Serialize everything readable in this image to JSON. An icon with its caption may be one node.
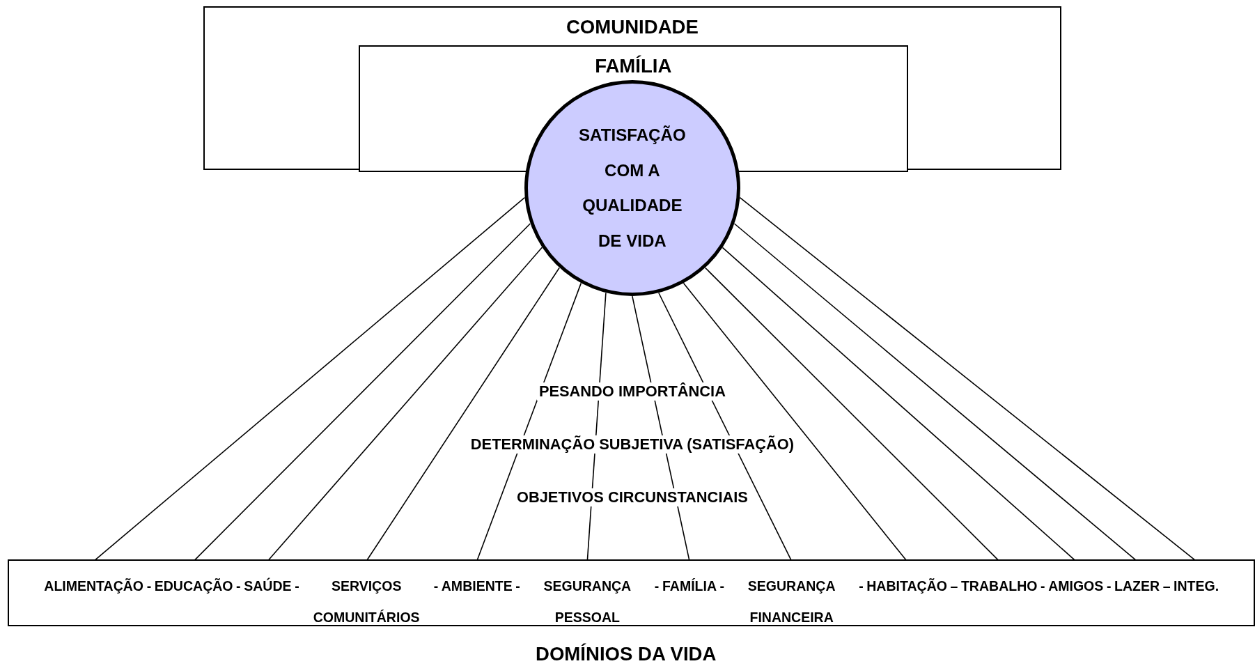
{
  "diagram": {
    "caption": "DOMÍNIOS DA VIDA",
    "nodes": [
      {
        "text": [
          "COMUNIDADE"
        ]
      },
      {
        "text": [
          "FAMÍLIA"
        ],
        "in": 0
      },
      {
        "text": [
          "SATISFAÇÃO COM A QUALIDADE DE VIDA"
        ]
      },
      {
        "text": [],
        "shape": "box"
      },
      {
        "text": [
          "ALIMENTAÇÃO"
        ],
        "in": 3
      },
      {
        "text": [
          "EDUCAÇÃO"
        ],
        "in": 3
      },
      {
        "text": [
          "SAÚDE"
        ],
        "in": 3
      },
      {
        "text": [
          "SERVIÇOS COMUNITÁRIOS"
        ],
        "in": 3
      },
      {
        "text": [
          "AMBIENTE"
        ],
        "in": 3
      },
      {
        "text": [
          "SEGURANÇA PESSOAL"
        ],
        "in": 3
      },
      {
        "text": [
          "FAMÍLIA"
        ],
        "in": 3
      },
      {
        "text": [
          "SEGURANÇA FINANCEIRA"
        ],
        "in": 3
      },
      {
        "text": [
          "HABITAÇÃO"
        ],
        "in": 3
      },
      {
        "text": [
          "TRABALHO"
        ],
        "in": 3
      },
      {
        "text": [
          "AMIGOS"
        ],
        "in": 3
      },
      {
        "text": [
          "LAZER"
        ],
        "in": 3
      },
      {
        "text": [
          "INTEG."
        ],
        "in": 3
      }
    ],
    "edges": [
      {
        "from": 2,
        "to": 4,
        "arrow": "none"
      },
      {
        "from": 2,
        "to": 5,
        "arrow": "none"
      },
      {
        "from": 2,
        "to": 6,
        "arrow": "none"
      },
      {
        "from": 2,
        "to": 7,
        "arrow": "none"
      },
      {
        "from": 2,
        "to": 8,
        "arrow": "none"
      },
      {
        "from": 2,
        "to": 9,
        "arrow": "none"
      },
      {
        "from": 2,
        "to": 10,
        "arrow": "none"
      },
      {
        "from": 2,
        "to": 11,
        "arrow": "none"
      },
      {
        "from": 2,
        "to": 12,
        "arrow": "none"
      },
      {
        "from": 2,
        "to": 13,
        "arrow": "none"
      },
      {
        "from": 2,
        "to": 14,
        "arrow": "none"
      },
      {
        "from": 2,
        "to": 15,
        "arrow": "none"
      },
      {
        "from": 2,
        "to": 16,
        "arrow": "none"
      }
    ],
    "labels": [
      "PESANDO IMPORTÂNCIA",
      "DETERMINAÇÃO SUBJETIVA (SATISFAÇÃO)",
      "OBJETIVOS CIRCUNSTANCIAIS",
      "-",
      "-",
      "-",
      "-",
      "-",
      "-",
      "-",
      "-",
      "–",
      "-",
      "-",
      "–"
    ]
  }
}
